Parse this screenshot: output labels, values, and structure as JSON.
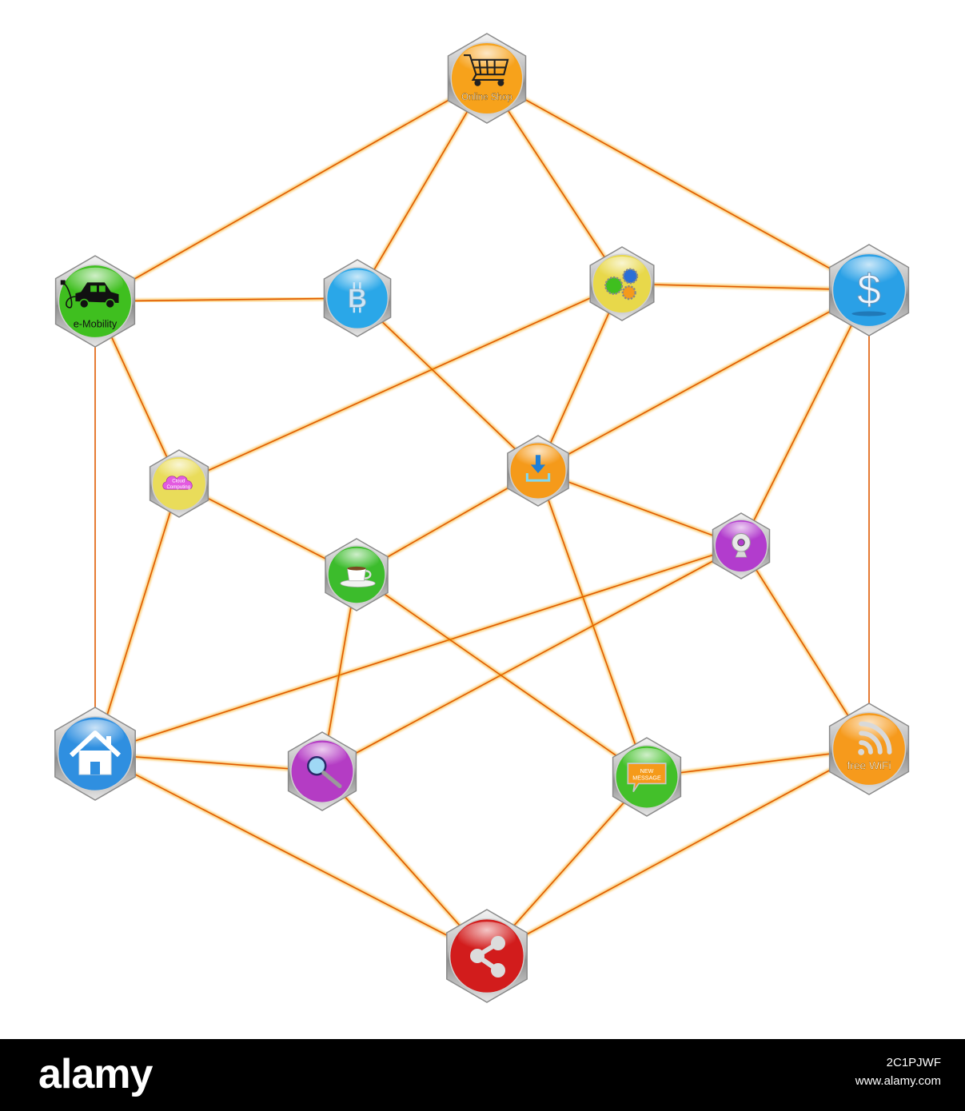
{
  "colors": {
    "edge": "#f5a300",
    "edge_core": "#e05a00",
    "background": "#ffffff"
  },
  "nodes": {
    "online_shop": {
      "icon": "shopping-cart-icon",
      "label": "Online Shop",
      "color": "#f7a21b"
    },
    "e_mobility": {
      "icon": "electric-car-icon",
      "label": "e-Mobility",
      "color": "#3fbf1f"
    },
    "bitcoin": {
      "icon": "bitcoin-icon",
      "color": "#2aa7e8"
    },
    "settings": {
      "icon": "gears-icon",
      "color": "#e8d84a"
    },
    "dollar": {
      "icon": "dollar-icon",
      "color": "#2aa0e6"
    },
    "cloud_computing": {
      "icon": "cloud-icon",
      "label": "Cloud Computing",
      "color": "#e9dc5a"
    },
    "download": {
      "icon": "download-icon",
      "color": "#f59a1a"
    },
    "webcam": {
      "icon": "webcam-icon",
      "color": "#b23ccd"
    },
    "coffee": {
      "icon": "coffee-cup-icon",
      "color": "#3cbc2c"
    },
    "home": {
      "icon": "home-icon",
      "color": "#2f8fe0"
    },
    "search": {
      "icon": "magnifier-icon",
      "color": "#b43cc4"
    },
    "new_message": {
      "icon": "speech-bubble-icon",
      "label": "NEW MESSAGE",
      "color": "#43c02a"
    },
    "free_wifi": {
      "icon": "wifi-icon",
      "label": "free WiFi",
      "color": "#f69a1c"
    },
    "share": {
      "icon": "share-icon",
      "color": "#d21c1c"
    }
  },
  "edges": [
    [
      "online_shop",
      "e_mobility"
    ],
    [
      "online_shop",
      "bitcoin"
    ],
    [
      "online_shop",
      "settings"
    ],
    [
      "online_shop",
      "dollar"
    ],
    [
      "e_mobility",
      "bitcoin"
    ],
    [
      "e_mobility",
      "cloud_computing"
    ],
    [
      "e_mobility",
      "home"
    ],
    [
      "settings",
      "dollar"
    ],
    [
      "settings",
      "cloud_computing"
    ],
    [
      "settings",
      "download"
    ],
    [
      "bitcoin",
      "download"
    ],
    [
      "dollar",
      "download"
    ],
    [
      "dollar",
      "webcam"
    ],
    [
      "dollar",
      "free_wifi"
    ],
    [
      "cloud_computing",
      "coffee"
    ],
    [
      "cloud_computing",
      "home"
    ],
    [
      "download",
      "coffee"
    ],
    [
      "download",
      "webcam"
    ],
    [
      "download",
      "new_message"
    ],
    [
      "webcam",
      "home"
    ],
    [
      "webcam",
      "search"
    ],
    [
      "webcam",
      "free_wifi"
    ],
    [
      "coffee",
      "search"
    ],
    [
      "coffee",
      "new_message"
    ],
    [
      "home",
      "search"
    ],
    [
      "home",
      "share"
    ],
    [
      "search",
      "share"
    ],
    [
      "new_message",
      "free_wifi"
    ],
    [
      "new_message",
      "share"
    ],
    [
      "free_wifi",
      "share"
    ]
  ],
  "footer": {
    "logo": "alamy",
    "image_id": "2C1PJWF",
    "url": "www.alamy.com"
  }
}
